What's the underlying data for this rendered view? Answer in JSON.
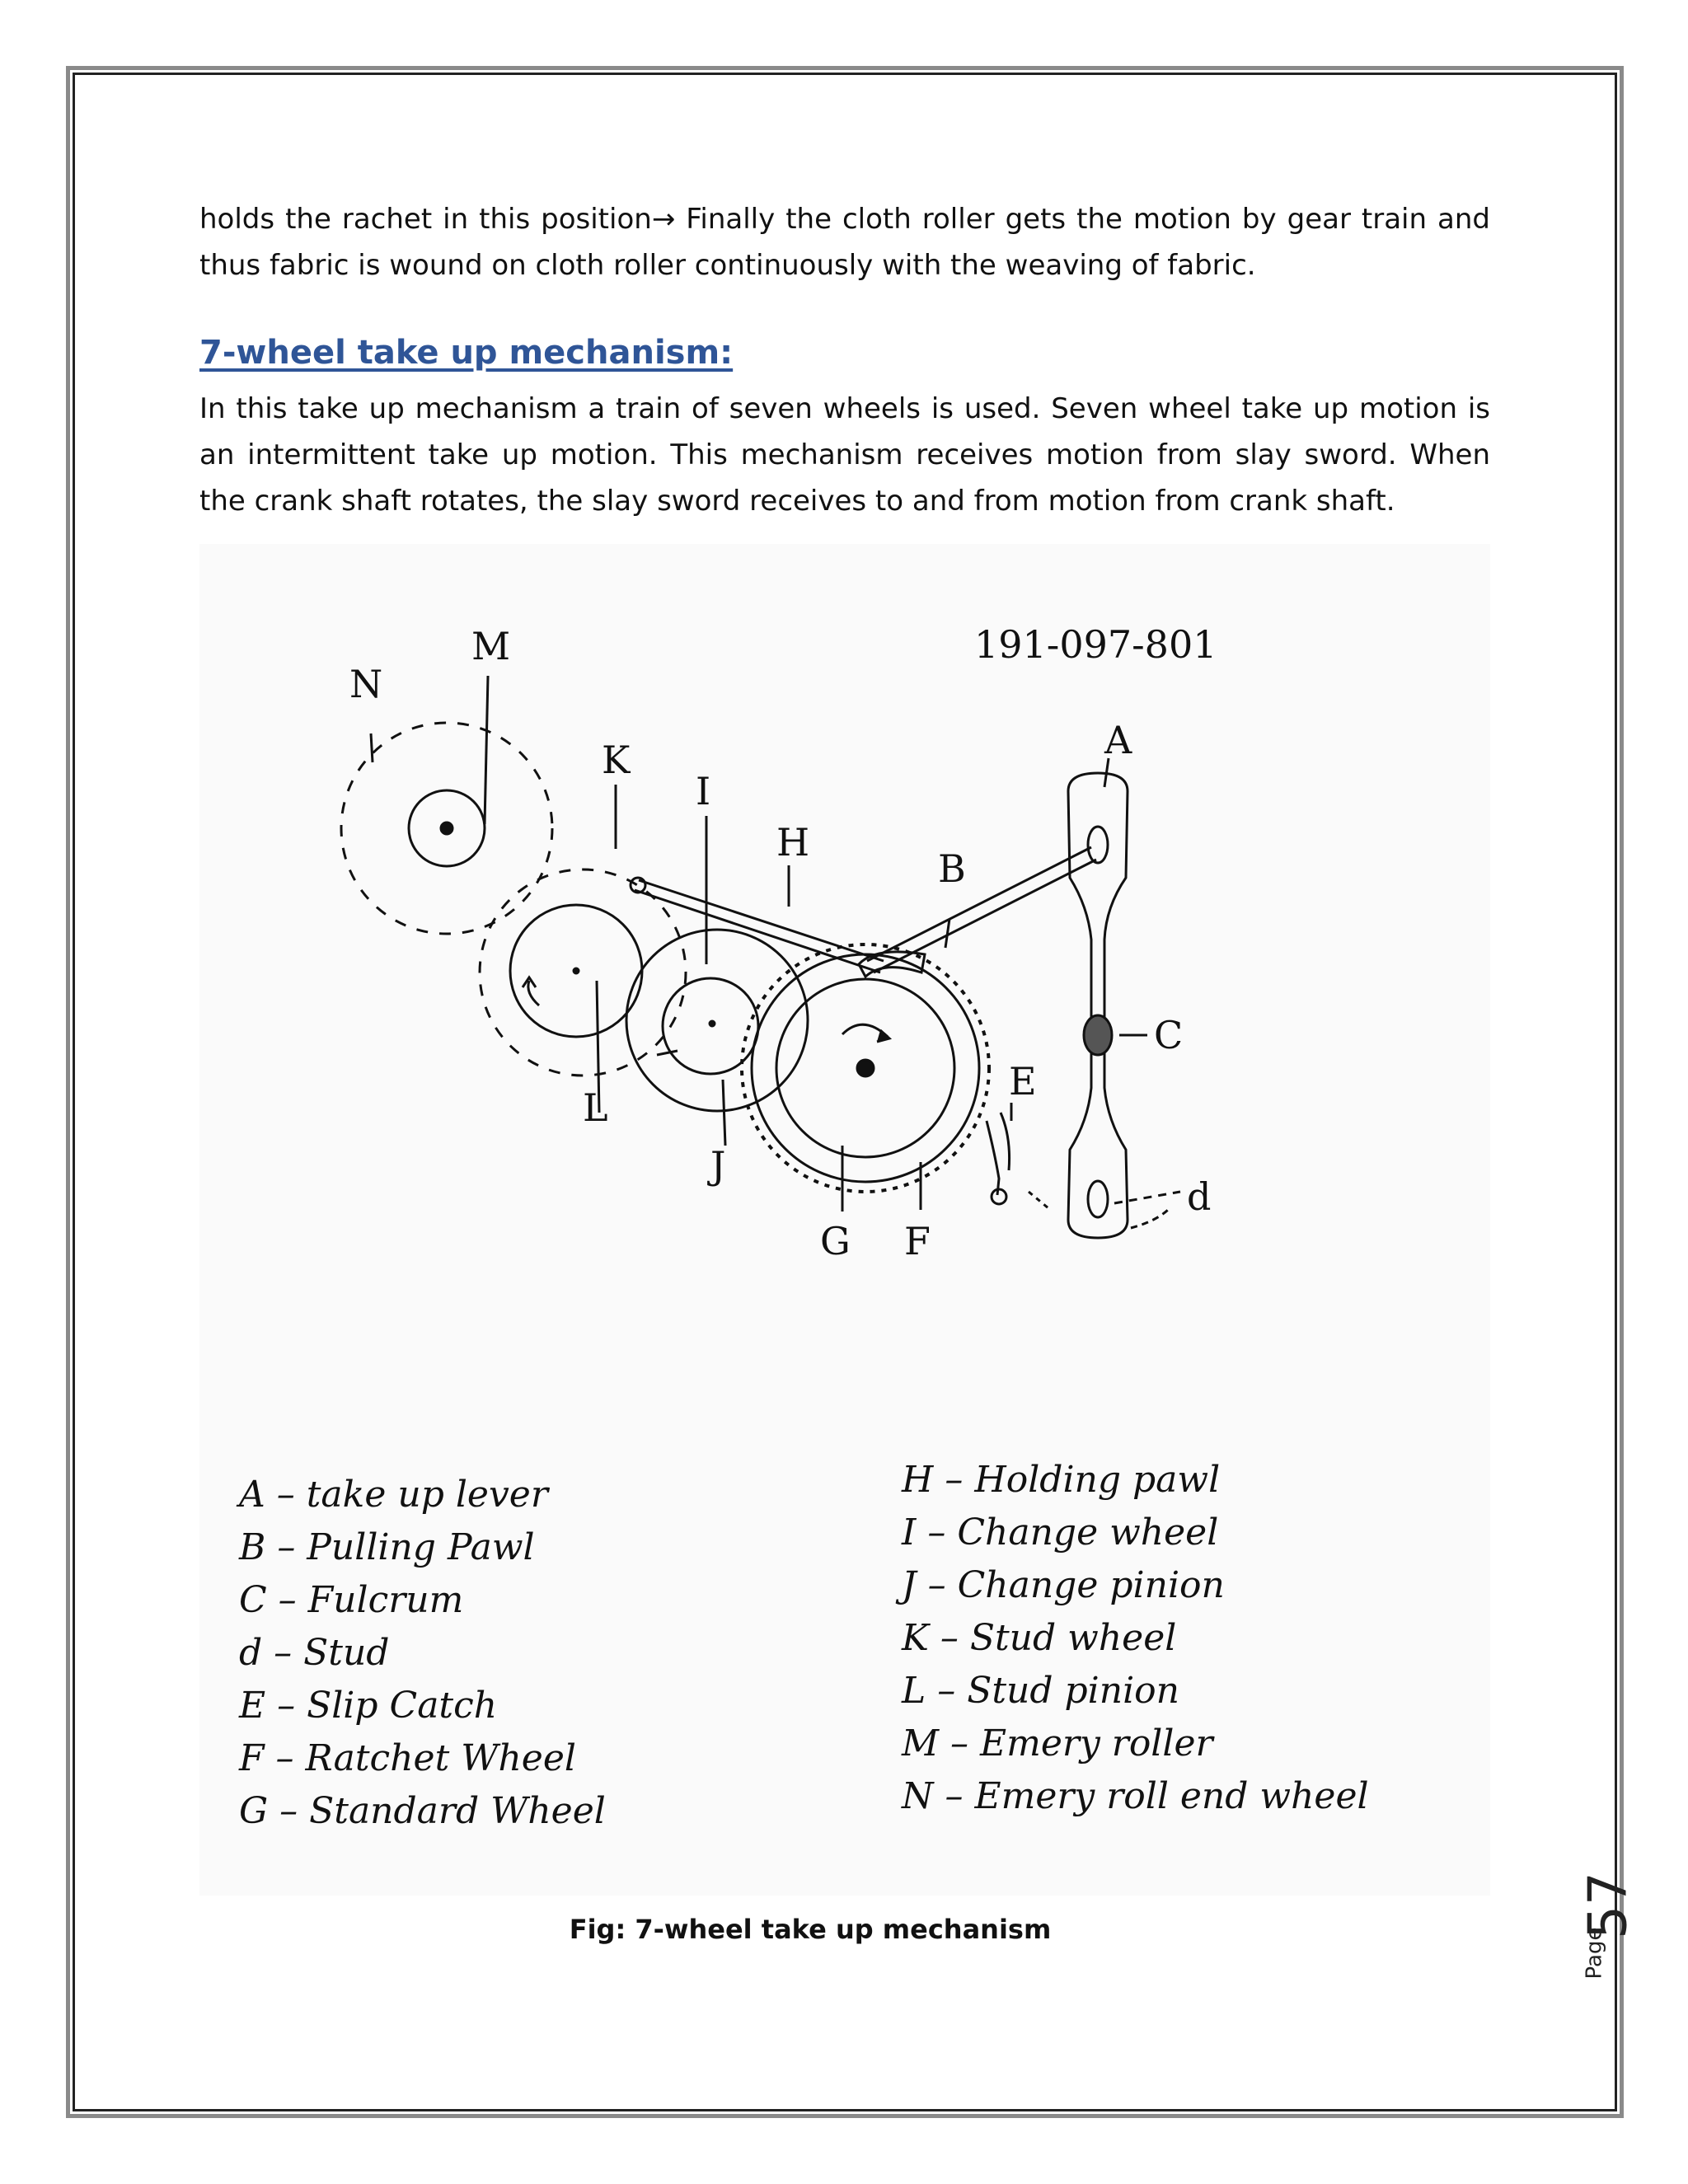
{
  "paragraphs": {
    "p1": "holds the rachet in this position→ Finally the cloth roller gets the motion by gear train and thus fabric is wound on cloth roller continuously with the weaving of fabric.",
    "heading": "7-wheel take up mechanism:",
    "p2": "In this take up mechanism a train of seven wheels is used. Seven wheel take up motion is an intermittent take up motion.  This mechanism receives motion from slay sword. When the crank shaft rotates, the slay sword receives to and from motion from crank shaft."
  },
  "figure": {
    "id_text": "191-097-801",
    "labels": {
      "A": "A",
      "B": "B",
      "C": "C",
      "d": "d",
      "E": "E",
      "F": "F",
      "G": "G",
      "H": "H",
      "I": "I",
      "J": "J",
      "K": "K",
      "L": "L",
      "M": "M",
      "N": "N"
    },
    "legend_left": [
      "A – take up lever",
      "B – Pulling Pawl",
      "C – Fulcrum",
      "d – Stud",
      "E – Slip Catch",
      "F – Ratchet Wheel",
      "G – Standard Wheel"
    ],
    "legend_right": [
      "H – Holding pawl",
      "I – Change wheel",
      "J – Change pinion",
      "K – Stud wheel",
      "L – Stud pinion",
      "M – Emery roller",
      "N – Emery roll end wheel"
    ],
    "caption": "Fig: 7-wheel take up mechanism"
  },
  "page": {
    "label": "Page",
    "number": "57"
  }
}
